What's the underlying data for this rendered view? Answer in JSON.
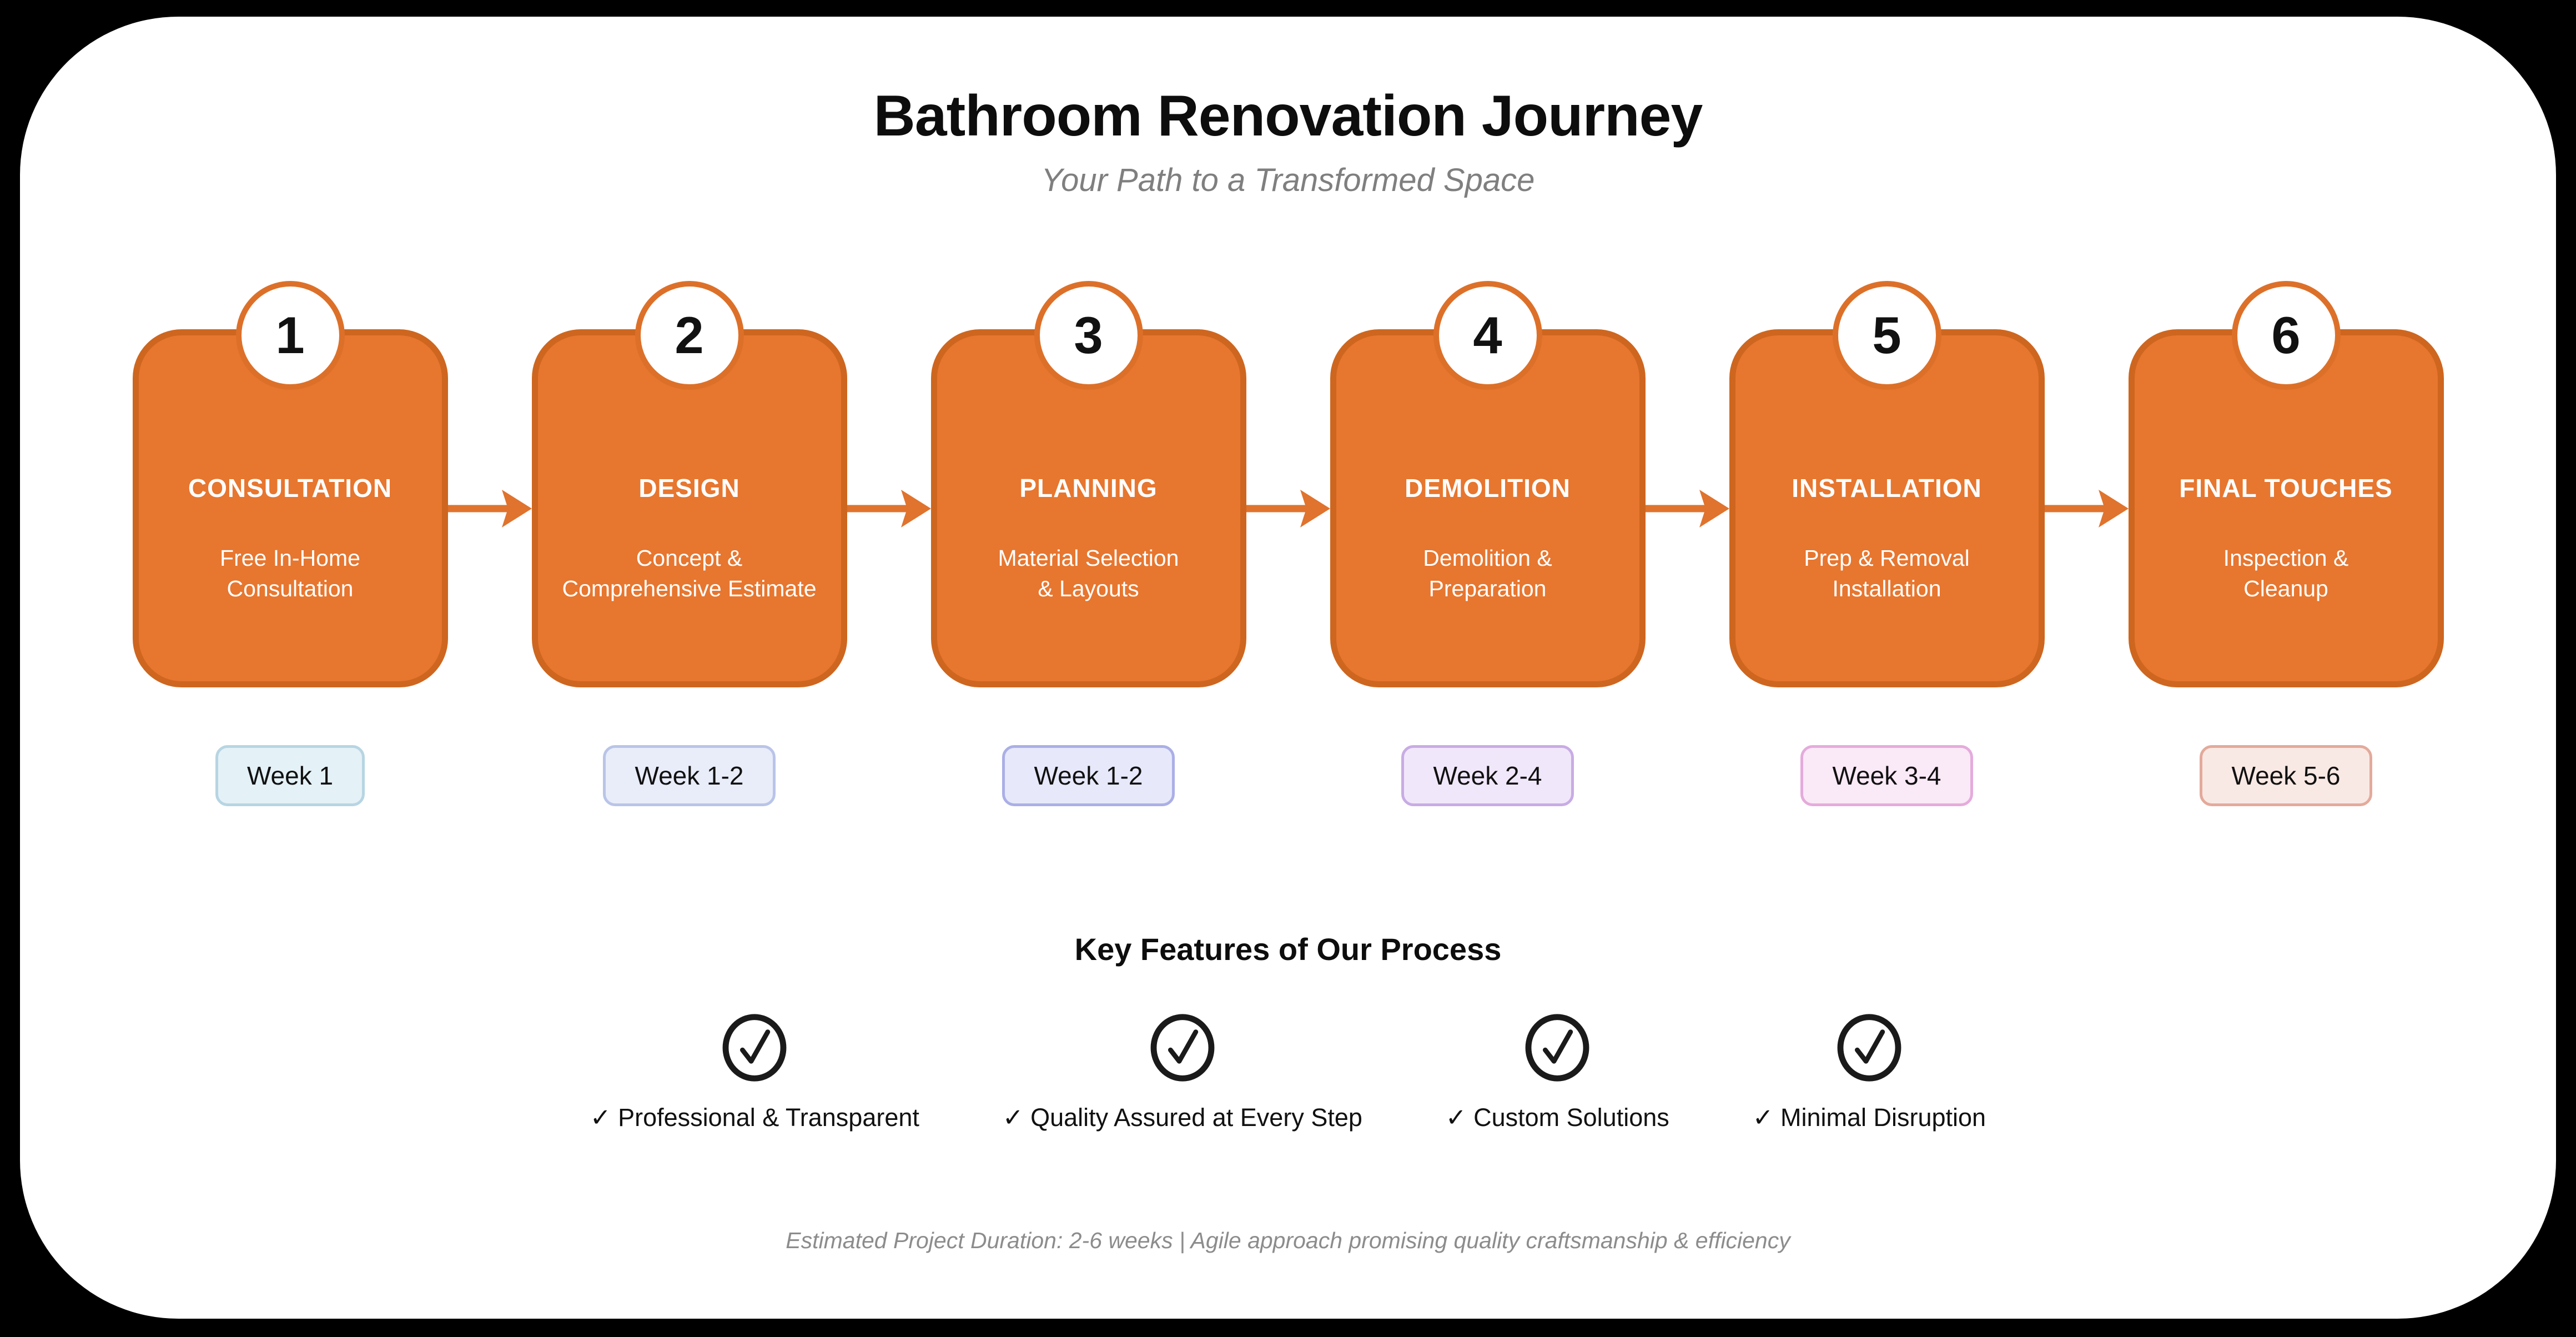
{
  "header": {
    "title": "Bathroom Renovation Journey",
    "subtitle": "Your Path to a Transformed Space"
  },
  "steps": [
    {
      "number": "1",
      "title": "CONSULTATION",
      "description": "Free In-Home\nConsultation",
      "week": "Week 1",
      "week_bg": "#e4f1f7",
      "week_border": "#b7d5e3"
    },
    {
      "number": "2",
      "title": "DESIGN",
      "description": "Concept &\nComprehensive Estimate",
      "week": "Week 1-2",
      "week_bg": "#e9edf9",
      "week_border": "#b9c4e8"
    },
    {
      "number": "3",
      "title": "PLANNING",
      "description": "Material Selection\n& Layouts",
      "week": "Week 1-2",
      "week_bg": "#e7e8fa",
      "week_border": "#abafe6"
    },
    {
      "number": "4",
      "title": "DEMOLITION",
      "description": "Demolition &\nPreparation",
      "week": "Week 2-4",
      "week_bg": "#f1e7fa",
      "week_border": "#c8ace4"
    },
    {
      "number": "5",
      "title": "INSTALLATION",
      "description": "Prep & Removal\nInstallation",
      "week": "Week 3-4",
      "week_bg": "#fae9f7",
      "week_border": "#e5abdc"
    },
    {
      "number": "6",
      "title": "FINAL TOUCHES",
      "description": "Inspection &\nCleanup",
      "week": "Week 5-6",
      "week_bg": "#f9e9e4",
      "week_border": "#e3aa9b"
    }
  ],
  "features": {
    "heading": "Key Features of Our Process",
    "icon": "check-circle",
    "items": [
      "✓ Professional & Transparent",
      "✓ Quality Assured at Every Step",
      "✓ Custom Solutions",
      "✓ Minimal Disruption"
    ]
  },
  "footer": {
    "note": "Estimated Project Duration: 2-6 weeks | Agile approach promising quality craftsmanship & efficiency"
  },
  "colors": {
    "card_fill": "#e7762f",
    "card_border": "#ce661f",
    "circle_border": "#dd7029",
    "arrow": "#e0732d",
    "ink": "#1a1a1a"
  }
}
